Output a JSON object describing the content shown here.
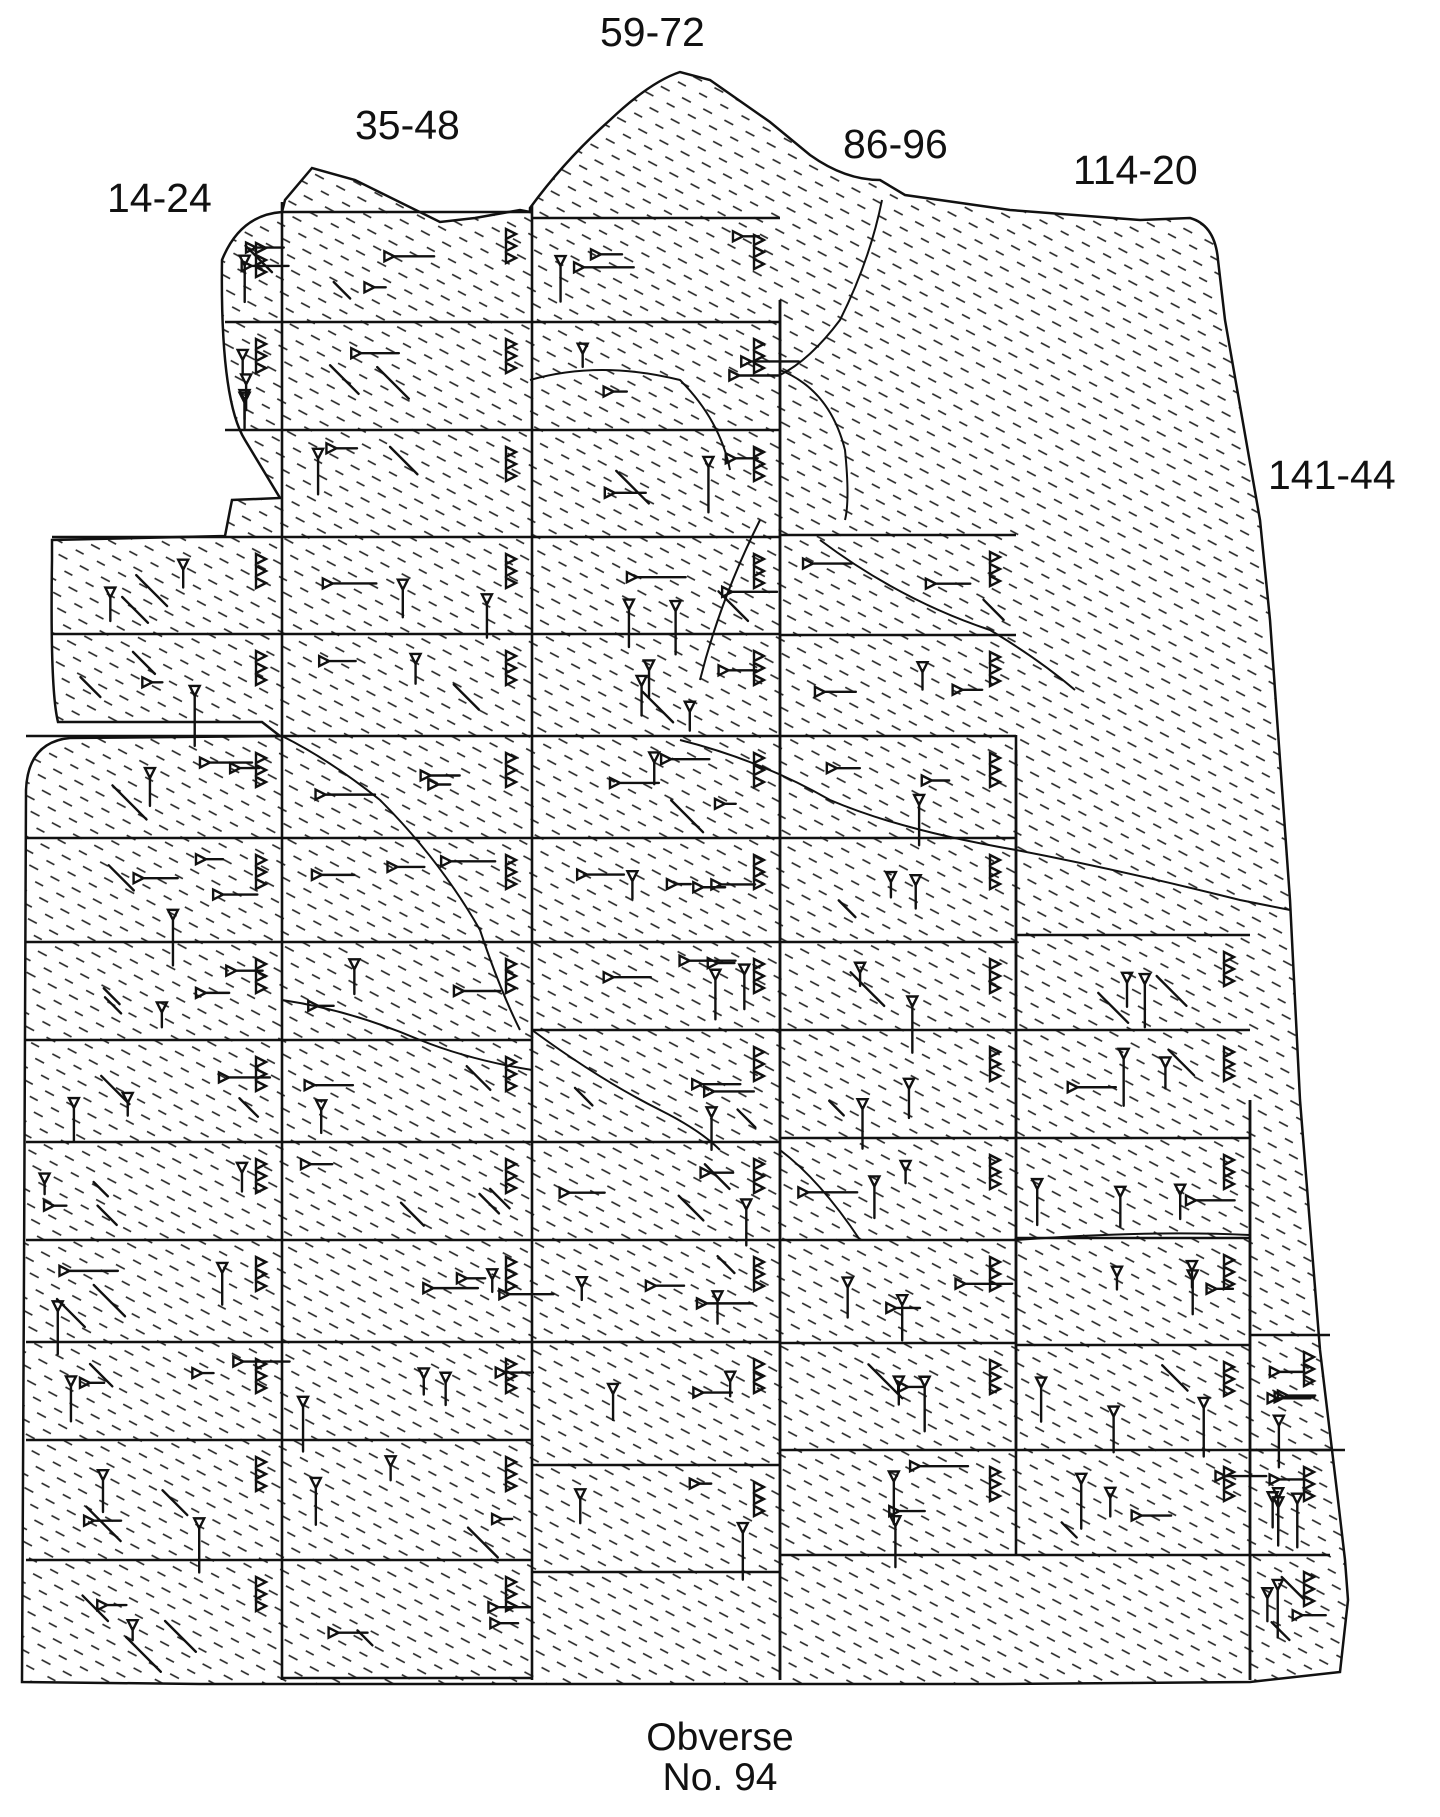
{
  "column_ranges": [
    "14-24",
    "35-48",
    "59-72",
    "86-96",
    "114-20",
    "141-44"
  ],
  "caption": {
    "side": "Obverse",
    "number": "No. 94"
  },
  "colors": {
    "ink": "#111111",
    "background": "#ffffff"
  }
}
